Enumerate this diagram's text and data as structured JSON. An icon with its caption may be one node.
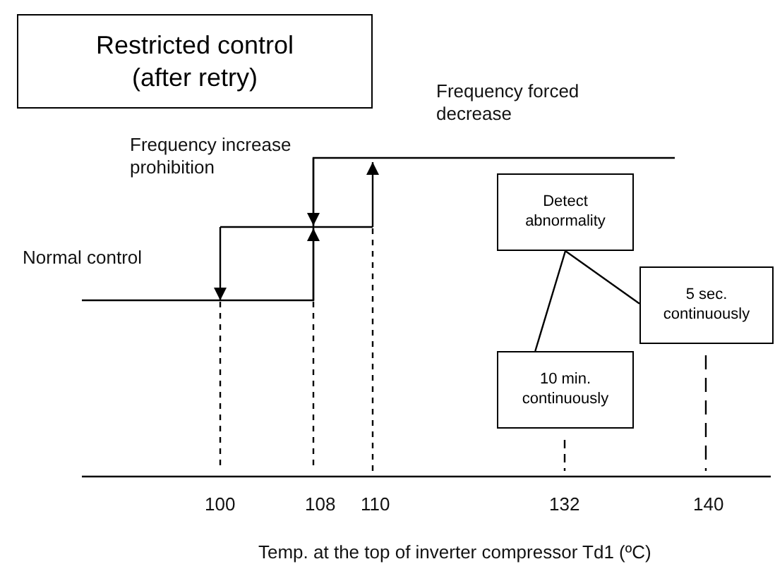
{
  "diagram": {
    "nodes": [
      {
        "text": [
          "Restricted control (after retry)"
        ]
      },
      {
        "text": [
          "Detect abnormality"
        ]
      },
      {
        "text": [
          "10 min. continuously"
        ]
      },
      {
        "text": [
          "5 sec. continuously"
        ]
      }
    ],
    "edges": [
      {
        "from": 1,
        "to": 2,
        "arrow": "none"
      },
      {
        "from": 1,
        "to": 3,
        "arrow": "none"
      }
    ],
    "labels": [
      "Frequency forced decrease",
      "Frequency increase prohibition",
      "Normal control",
      "100",
      "108",
      "110",
      "132",
      "140",
      "Temp. at the top of inverter compressor Td1 (ºC)"
    ]
  }
}
